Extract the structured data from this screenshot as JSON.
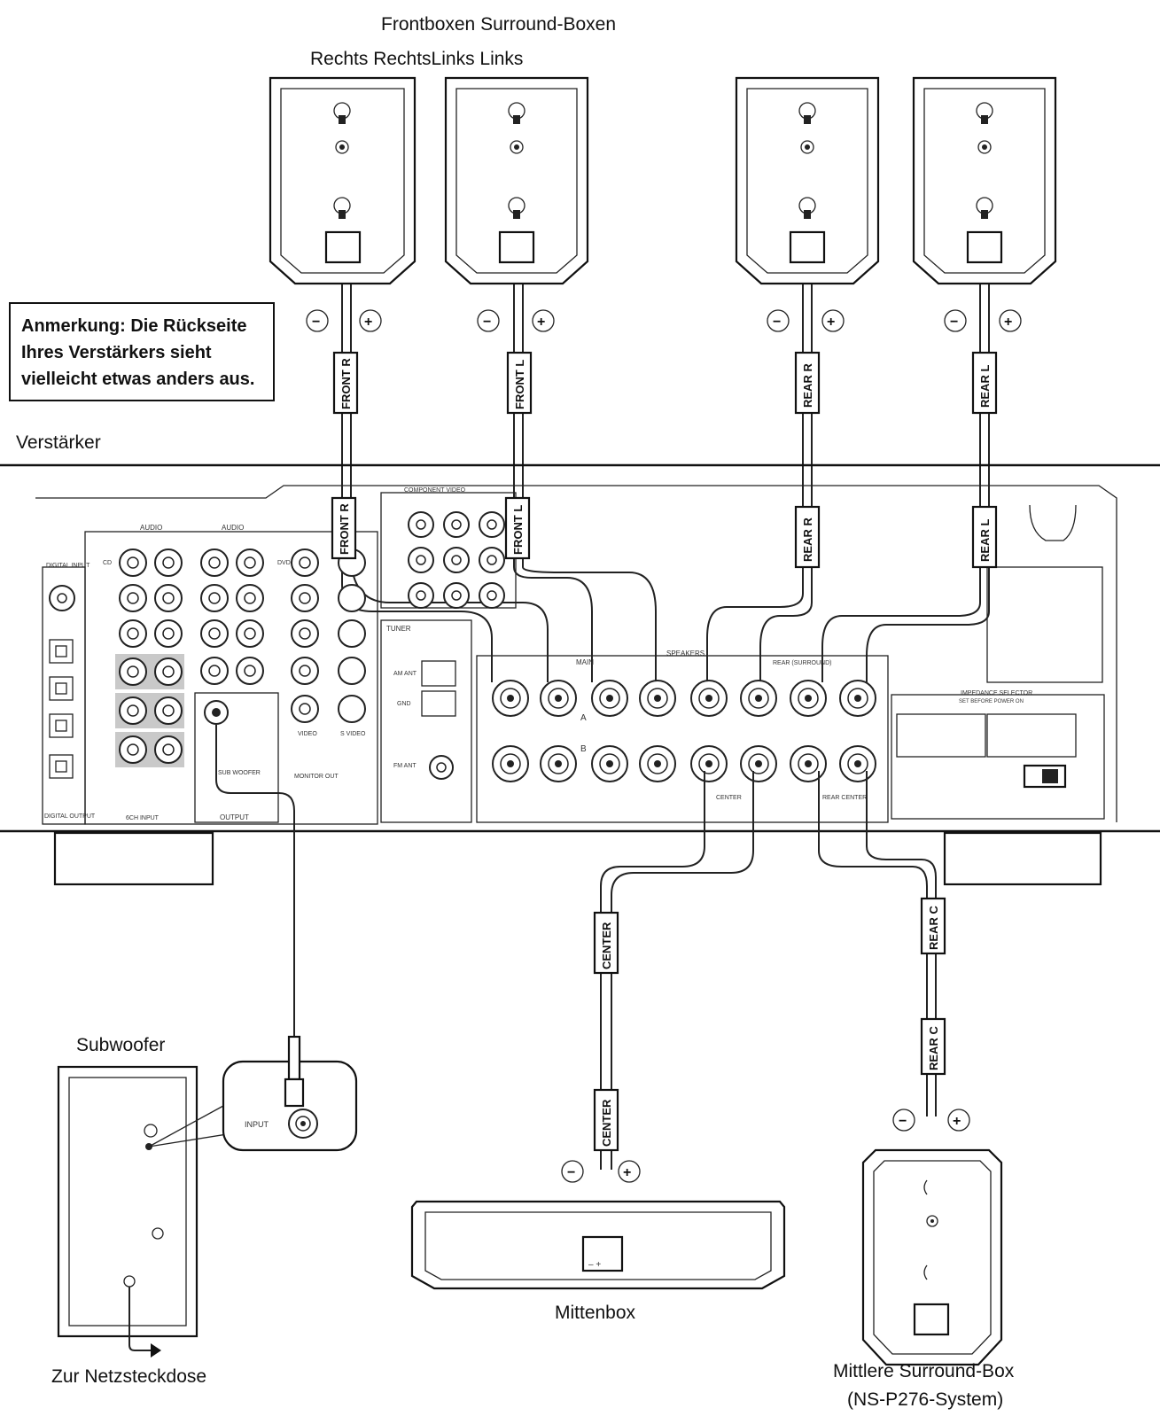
{
  "labels": {
    "front_surround": "Frontboxen Surround-Boxen",
    "left_right": "Rechts RechtsLinks Links",
    "verstaerker": "Verstärker",
    "subwoofer": "Subwoofer",
    "mittenbox": "Mittenbox",
    "netzsteckdose": "Zur Netzsteckdose",
    "mittlere_surround_1": "Mittlere Surround-Box",
    "mittlere_surround_2": "(NS-P276-System)"
  },
  "note": {
    "line1": "Anmerkung: Die Rückseite",
    "line2": "Ihres Verstärkers sieht",
    "line3": "vielleicht etwas anders aus."
  },
  "cable_tags": {
    "front_r": "FRONT R",
    "front_l": "FRONT L",
    "rear_r": "REAR R",
    "rear_l": "REAR L",
    "center": "CENTER",
    "rear_c": "REAR C"
  },
  "polarity": {
    "minus": "−",
    "plus": "+"
  },
  "panel": {
    "audio_1": "AUDIO",
    "audio_2": "AUDIO",
    "digital_input": "DIGITAL INPUT",
    "digital_output": "DIGITAL OUTPUT",
    "component_video": "COMPONENT VIDEO",
    "tuner": "TUNER",
    "speakers": "SPEAKERS",
    "main": "MAIN",
    "rear_surround": "REAR (SURROUND)",
    "center": "CENTER",
    "rear_center": "REAR CENTER",
    "sub_woofer": "SUB WOOFER",
    "output": "OUTPUT",
    "six_ch_input": "6CH INPUT",
    "monitor_out": "MONITOR OUT",
    "impedance_selector": "IMPEDANCE SELECTOR",
    "set_before_power_on": "SET BEFORE POWER ON",
    "input": "INPUT",
    "video": "VIDEO",
    "s_video": "S VIDEO",
    "row_a": "A",
    "row_b": "B",
    "cd": "CD",
    "dvd": "DVD",
    "am_ant": "AM ANT",
    "fm_ant": "FM ANT",
    "gnd": "GND"
  }
}
